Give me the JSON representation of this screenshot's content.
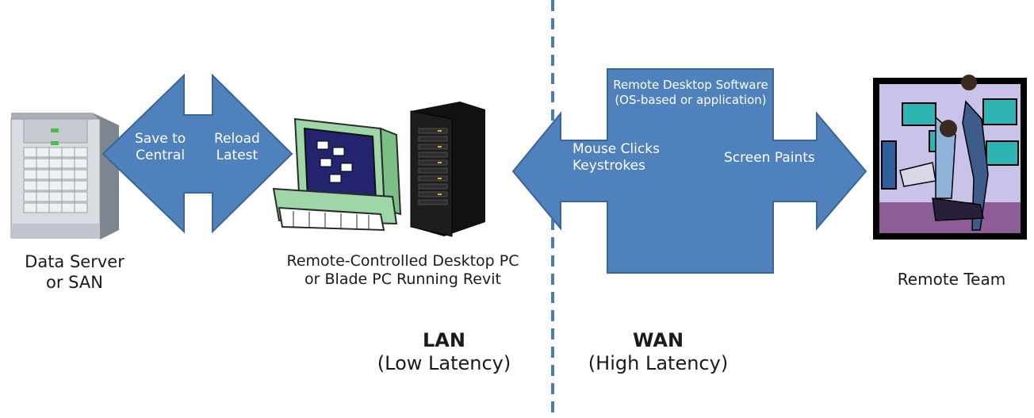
{
  "data_server": {
    "line1": "Data Server",
    "line2": "or SAN"
  },
  "left_arrow": {
    "save_label_1": "Save to",
    "save_label_2": "Central",
    "reload_label_1": "Reload",
    "reload_label_2": "Latest"
  },
  "desktop_pc": {
    "line1": "Remote-Controlled Desktop PC",
    "line2": "or Blade PC Running Revit"
  },
  "remote_software": {
    "line1": "Remote Desktop Software",
    "line2": "(OS-based or application)"
  },
  "wan_arrow": {
    "input_line1": "Mouse Clicks",
    "input_line2": "Keystrokes",
    "output_label": "Screen Paints"
  },
  "remote_team": {
    "label": "Remote Team"
  },
  "lan": {
    "title": "LAN",
    "subtitle": "(Low Latency)"
  },
  "wan": {
    "title": "WAN",
    "subtitle": "(High Latency)"
  },
  "colors": {
    "arrow_fill": "#4f81bd",
    "arrow_stroke": "#3a6595",
    "divider": "#4a7bbd"
  }
}
